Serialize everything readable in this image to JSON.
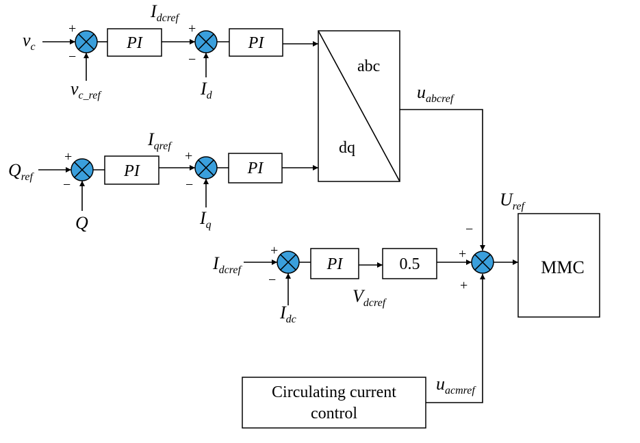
{
  "diagram": {
    "accent_color": "#3a9fdc",
    "blocks": {
      "pi": "PI",
      "transform_top": "abc",
      "transform_bottom": "dq",
      "gain": "0.5",
      "mmc": "MMC",
      "ccc_line1": "Circulating current",
      "ccc_line2": "control"
    },
    "signs": {
      "plus": "+",
      "minus": "−"
    },
    "signals": {
      "vc": {
        "base": "v",
        "sub": "c"
      },
      "vc_ref": {
        "base": "v",
        "sub": "c_ref"
      },
      "idcref_top": {
        "base": "I",
        "sub": "dcref"
      },
      "id": {
        "base": "I",
        "sub": "d"
      },
      "iqref": {
        "base": "I",
        "sub": "qref"
      },
      "qref": {
        "base": "Q",
        "sub": "ref"
      },
      "q": {
        "base": "Q",
        "sub": ""
      },
      "iq": {
        "base": "I",
        "sub": "q"
      },
      "uabcref": {
        "base": "u",
        "sub": "abcref"
      },
      "uref": {
        "base": "U",
        "sub": "ref"
      },
      "idcref_mid": {
        "base": "I",
        "sub": "dcref"
      },
      "idc": {
        "base": "I",
        "sub": "dc"
      },
      "vdcref": {
        "base": "V",
        "sub": "dcref"
      },
      "uacmref": {
        "base": "u",
        "sub": "acmref"
      }
    }
  }
}
